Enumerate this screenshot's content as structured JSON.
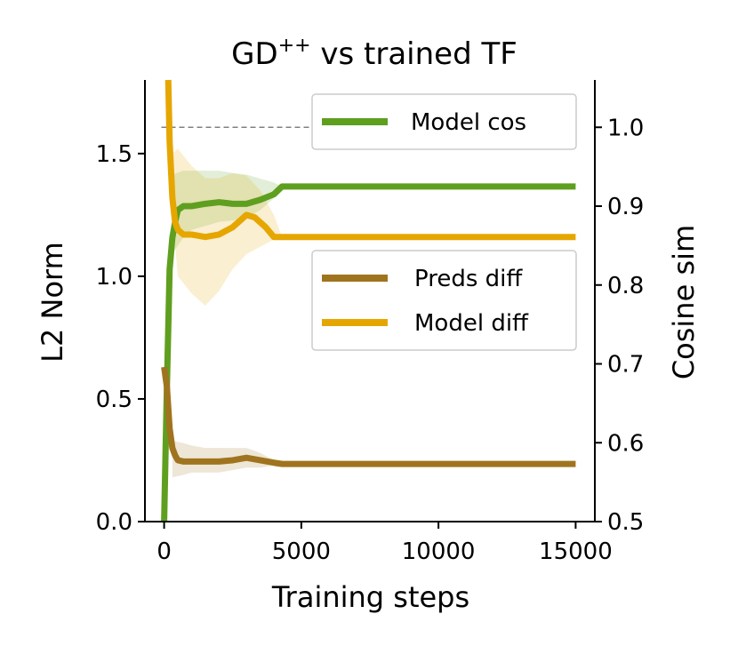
{
  "chart_data": {
    "type": "line",
    "title": {
      "main": "GD",
      "sup": "++",
      "rest": " vs trained TF"
    },
    "xlabel": "Training steps",
    "ylabel_left": "L2 Norm",
    "ylabel_right": "Cosine sim",
    "xlim": [
      -700,
      15700
    ],
    "ylim_left": [
      0.0,
      1.8
    ],
    "ylim_right": [
      0.5,
      1.06
    ],
    "xticks": [
      "0",
      "5000",
      "10000",
      "15000"
    ],
    "yticks_left": [
      "0.0",
      "0.5",
      "1.0",
      "1.5"
    ],
    "yticks_right": [
      "0.5",
      "0.6",
      "0.7",
      "0.8",
      "0.9",
      "1.0"
    ],
    "reference_line": {
      "axis": "right",
      "value": 1.0,
      "color": "#808080"
    },
    "legend_right": {
      "placement": "top-right",
      "entries": [
        {
          "label": "Model cos",
          "color": "#5f9f1f"
        }
      ]
    },
    "legend_left": {
      "placement": "center-right",
      "entries": [
        {
          "label": "Preds diff",
          "color": "#a0741e"
        },
        {
          "label": "Model diff",
          "color": "#e6a600"
        }
      ]
    },
    "series": [
      {
        "name": "Model cos",
        "axis": "right",
        "color": "#5f9f1f",
        "x": [
          0,
          100,
          200,
          300,
          400,
          500,
          700,
          1000,
          1500,
          2000,
          2500,
          3000,
          3500,
          4000,
          4300,
          5000,
          6000,
          7000,
          8000,
          9000,
          10000,
          11000,
          12000,
          13000,
          14000,
          15000
        ],
        "y": [
          0.5,
          0.67,
          0.82,
          0.86,
          0.88,
          0.895,
          0.9,
          0.9,
          0.903,
          0.905,
          0.903,
          0.903,
          0.908,
          0.915,
          0.925,
          0.925,
          0.925,
          0.925,
          0.925,
          0.925,
          0.925,
          0.925,
          0.925,
          0.925,
          0.925,
          0.925
        ],
        "band_x": [
          300,
          700,
          1000,
          1500,
          2000,
          2500,
          3000,
          3500,
          4000,
          4300
        ],
        "band_low": [
          0.84,
          0.86,
          0.87,
          0.875,
          0.88,
          0.882,
          0.885,
          0.895,
          0.91,
          0.925
        ],
        "band_high": [
          0.94,
          0.945,
          0.945,
          0.945,
          0.945,
          0.942,
          0.94,
          0.935,
          0.93,
          0.925
        ]
      },
      {
        "name": "Model diff",
        "axis": "left",
        "color": "#e6a600",
        "x": [
          150,
          200,
          300,
          400,
          500,
          700,
          1000,
          1500,
          2000,
          2500,
          3000,
          3300,
          3700,
          4000,
          4300,
          5000,
          6000,
          7000,
          8000,
          9000,
          10000,
          11000,
          12000,
          13000,
          14000,
          15000
        ],
        "y": [
          1.8,
          1.55,
          1.32,
          1.22,
          1.19,
          1.17,
          1.17,
          1.16,
          1.17,
          1.2,
          1.25,
          1.24,
          1.2,
          1.16,
          1.16,
          1.16,
          1.16,
          1.16,
          1.16,
          1.16,
          1.16,
          1.16,
          1.16,
          1.16,
          1.16,
          1.16
        ],
        "band_x": [
          300,
          500,
          1000,
          1500,
          2000,
          2500,
          3000,
          3500,
          4000,
          4300
        ],
        "band_low": [
          1.25,
          1.0,
          0.93,
          0.88,
          0.94,
          1.03,
          1.09,
          1.12,
          1.15,
          1.16
        ],
        "band_high": [
          1.5,
          1.52,
          1.45,
          1.4,
          1.4,
          1.42,
          1.41,
          1.35,
          1.25,
          1.16
        ]
      },
      {
        "name": "Preds diff",
        "axis": "left",
        "color": "#a0741e",
        "x": [
          0,
          100,
          200,
          300,
          400,
          500,
          700,
          1000,
          1500,
          2000,
          2500,
          3000,
          3500,
          4000,
          4300,
          5000,
          6000,
          7000,
          8000,
          9000,
          10000,
          11000,
          12000,
          13000,
          14000,
          15000
        ],
        "y": [
          0.63,
          0.55,
          0.38,
          0.3,
          0.27,
          0.25,
          0.245,
          0.245,
          0.245,
          0.245,
          0.25,
          0.26,
          0.25,
          0.24,
          0.235,
          0.235,
          0.235,
          0.235,
          0.235,
          0.235,
          0.235,
          0.235,
          0.235,
          0.235,
          0.235,
          0.235
        ],
        "band_x": [
          300,
          700,
          1000,
          1500,
          2000,
          2500,
          3000,
          3500,
          4000,
          4300
        ],
        "band_low": [
          0.18,
          0.19,
          0.2,
          0.2,
          0.2,
          0.21,
          0.22,
          0.22,
          0.23,
          0.235
        ],
        "band_high": [
          0.33,
          0.32,
          0.31,
          0.3,
          0.3,
          0.3,
          0.3,
          0.28,
          0.25,
          0.235
        ]
      }
    ]
  }
}
